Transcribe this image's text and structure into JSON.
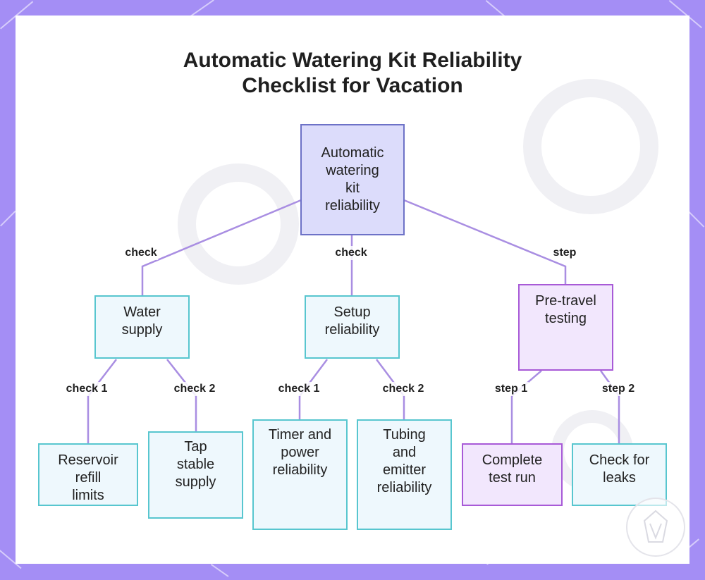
{
  "title_lines": [
    "Automatic Watering Kit Reliability",
    "Checklist for Vacation"
  ],
  "nodes": {
    "root": [
      "Automatic",
      "watering",
      "kit",
      "reliability"
    ],
    "water": [
      "Water",
      "supply"
    ],
    "setup": [
      "Setup",
      "reliability"
    ],
    "pretravel": [
      "Pre-travel",
      "testing"
    ],
    "reservoir": [
      "Reservoir",
      "refill",
      "limits"
    ],
    "tap": [
      "Tap",
      "stable",
      "supply"
    ],
    "timer": [
      "Timer and",
      "power",
      "reliability"
    ],
    "tubing": [
      "Tubing",
      "and",
      "emitter",
      "reliability"
    ],
    "testrun": [
      "Complete",
      "test run"
    ],
    "leaks": [
      "Check for",
      "leaks"
    ]
  },
  "edge_labels": {
    "root_water": "check",
    "root_setup": "check",
    "root_pretravel": "step",
    "water_reservoir": "check 1",
    "water_tap": "check 2",
    "setup_timer": "check 1",
    "setup_tubing": "check 2",
    "pretravel_testrun": "step 1",
    "pretravel_leaks": "step 2"
  },
  "colors": {
    "background": "#a48ef5",
    "edge": "#a98ee2",
    "root_fill": "#dcdcfb",
    "root_border": "#6d72c7",
    "cyan_fill": "#eef8fd",
    "cyan_border": "#58c6cf",
    "purple_fill": "#f2e7fd",
    "purple_border": "#a85ad7"
  }
}
